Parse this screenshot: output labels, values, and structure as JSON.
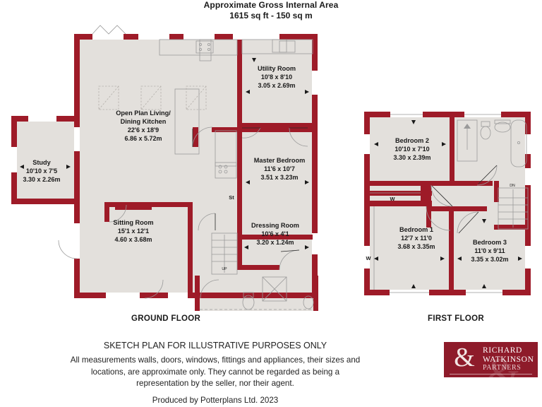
{
  "header": {
    "line1": "Approximate Gross Internal Area",
    "line2": "1615 sq ft - 150 sq m"
  },
  "captions": {
    "ground": "GROUND FLOOR",
    "first": "FIRST FLOOR"
  },
  "colors": {
    "wall": "#9e1b28",
    "floor_fill": "#e3e0dc",
    "fixture_line": "#8a8a8a",
    "logo_bg": "#8e1b2a",
    "text": "#1a1a1a"
  },
  "ground_floor": {
    "rooms": [
      {
        "name": "Study",
        "imperial": "10'10 x 7'5",
        "metric": "3.30 x 2.26m"
      },
      {
        "name": "Open Plan Living/",
        "name2": "Dining Kitchen",
        "imperial": "22'6 x 18'9",
        "metric": "6.86 x 5.72m"
      },
      {
        "name": "Utility Room",
        "imperial": "10'8 x 8'10",
        "metric": "3.05 x 2.69m"
      },
      {
        "name": "Master Bedroom",
        "imperial": "11'6 x 10'7",
        "metric": "3.51 x 3.23m"
      },
      {
        "name": "Sitting Room",
        "imperial": "15'1 x 12'1",
        "metric": "4.60 x 3.68m"
      },
      {
        "name": "Dressing Room",
        "imperial": "10'6 x 4'1",
        "metric": "3.20 x 1.24m"
      }
    ],
    "markers": [
      {
        "label": "St"
      },
      {
        "label": "UP"
      }
    ]
  },
  "first_floor": {
    "rooms": [
      {
        "name": "Bedroom 2",
        "imperial": "10'10 x 7'10",
        "metric": "3.30 x 2.39m"
      },
      {
        "name": "Bedroom 1",
        "imperial": "12'7 x 11'0",
        "metric": "3.68 x 3.35m"
      },
      {
        "name": "Bedroom 3",
        "imperial": "11'0 x 9'11",
        "metric": "3.35 x 3.02m"
      }
    ],
    "markers": [
      {
        "label": "W"
      },
      {
        "label": "W"
      },
      {
        "label": "DN"
      }
    ]
  },
  "disclaimer": {
    "title": "SKETCH PLAN FOR ILLUSTRATIVE PURPOSES ONLY",
    "line1": "All measurements walls, doors, windows, fittings and appliances, their sizes and",
    "line2": "locations, are approximate only. They cannot be regarded as being a",
    "line3": "representation by the seller, nor their agent.",
    "produced": "Produced by Potterplans Ltd. 2023"
  },
  "logo": {
    "mark": "&",
    "name_line1": "RICHARD",
    "name_line2": "WATKINSON",
    "name_line3": "PARTNERS"
  }
}
